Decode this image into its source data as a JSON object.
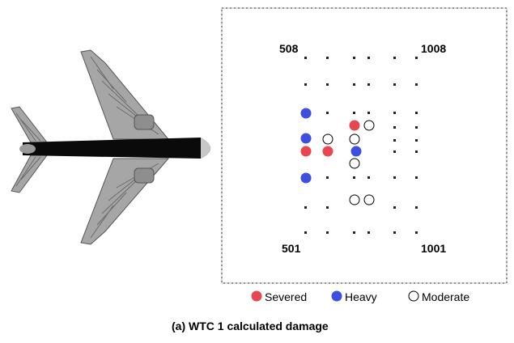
{
  "figure": {
    "caption": "(a) WTC 1 calculated damage",
    "corner_labels": {
      "top_left": "508",
      "top_right": "1008",
      "bottom_left": "501",
      "bottom_right": "1001"
    },
    "legend": [
      {
        "key": "severed",
        "label": "Severed",
        "color": "#e8474f"
      },
      {
        "key": "heavy",
        "label": "Heavy",
        "color": "#3d4fe0"
      },
      {
        "key": "moderate",
        "label": "Moderate",
        "color": "#ffffff"
      }
    ],
    "aircraft": {
      "icon": "airplane-icon"
    }
  }
}
